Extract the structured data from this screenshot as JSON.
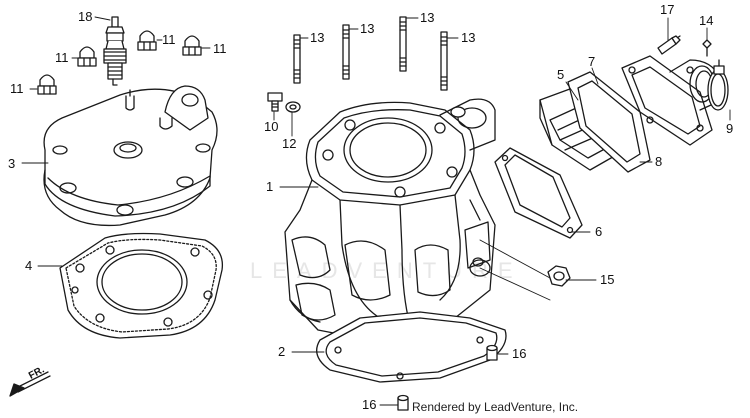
{
  "watermark": "LEADVENTURE",
  "credit": "Rendered by LeadVenture, Inc.",
  "direction_label": "FR.",
  "callouts": [
    {
      "id": "c18a",
      "label": "18"
    },
    {
      "id": "c11a",
      "label": "11"
    },
    {
      "id": "c11b",
      "label": "11"
    },
    {
      "id": "c11c",
      "label": "11"
    },
    {
      "id": "c11d",
      "label": "11"
    },
    {
      "id": "c3",
      "label": "3"
    },
    {
      "id": "c4",
      "label": "4"
    },
    {
      "id": "c13a",
      "label": "13"
    },
    {
      "id": "c13b",
      "label": "13"
    },
    {
      "id": "c13c",
      "label": "13"
    },
    {
      "id": "c13d",
      "label": "13"
    },
    {
      "id": "c10",
      "label": "10"
    },
    {
      "id": "c12",
      "label": "12"
    },
    {
      "id": "c1",
      "label": "1"
    },
    {
      "id": "c2",
      "label": "2"
    },
    {
      "id": "c5",
      "label": "5"
    },
    {
      "id": "c7",
      "label": "7"
    },
    {
      "id": "c6",
      "label": "6"
    },
    {
      "id": "c8",
      "label": "8"
    },
    {
      "id": "c17",
      "label": "17"
    },
    {
      "id": "c14",
      "label": "14"
    },
    {
      "id": "c9",
      "label": "9"
    },
    {
      "id": "c15",
      "label": "15"
    },
    {
      "id": "c16a",
      "label": "16"
    },
    {
      "id": "c16b",
      "label": "16"
    }
  ],
  "colors": {
    "line": "#1a1a1a",
    "watermark": "#e6e6e6"
  }
}
